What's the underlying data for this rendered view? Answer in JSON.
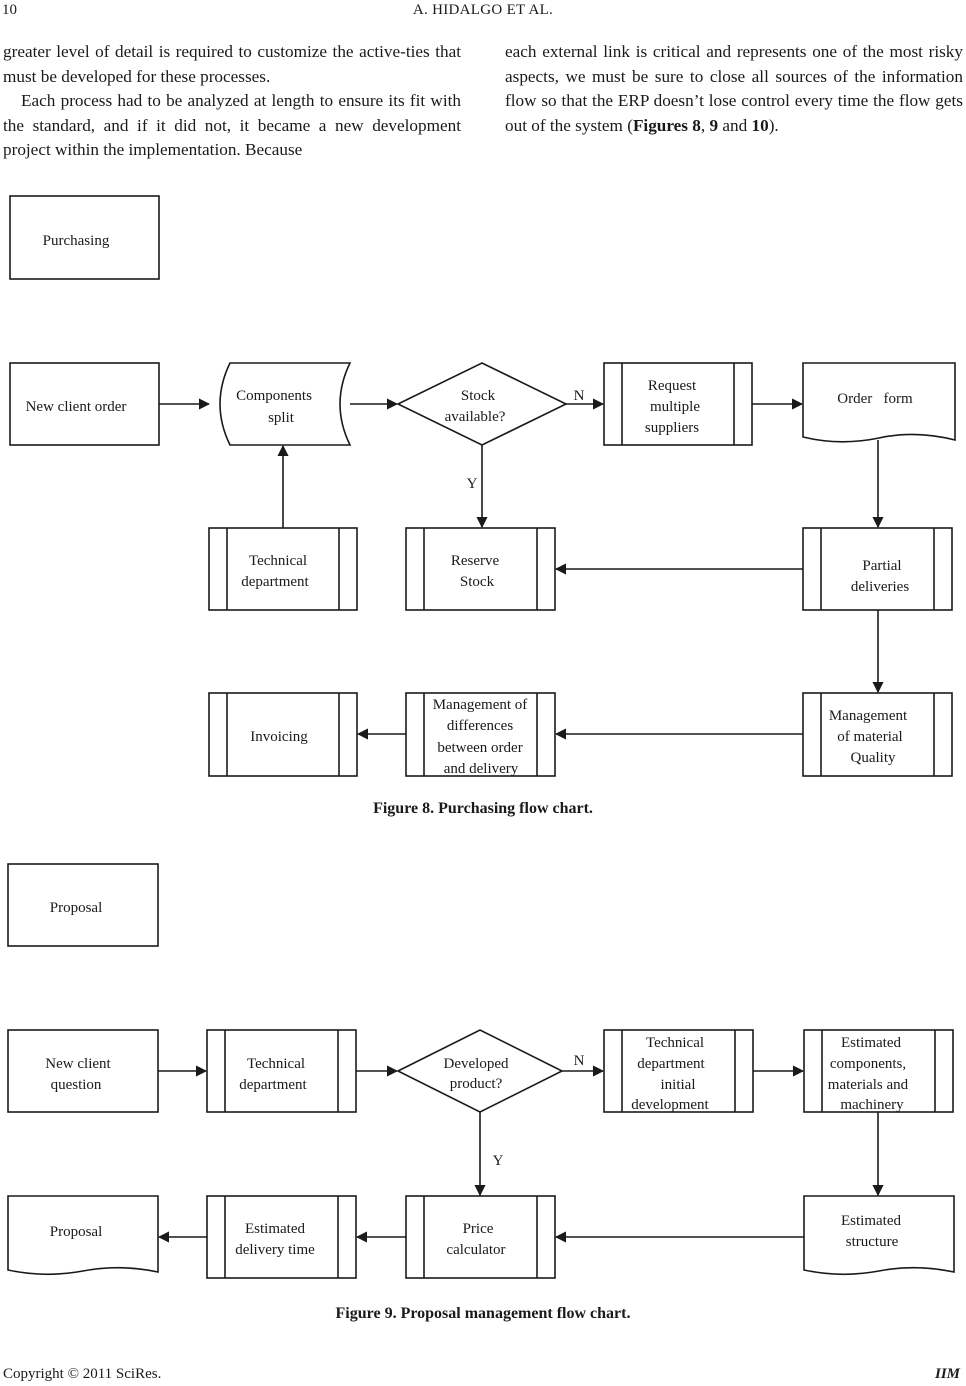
{
  "header": {
    "page_number": "10",
    "authors": "A. HIDALGO   ET   AL."
  },
  "text": {
    "left_p1": "greater level of detail is required to customize the active-ties that must be developed for these processes.",
    "left_p2": "Each process had to be analyzed at length to ensure its fit with the standard, and if it did not, it became a new development project within the implementation. Because",
    "right_p1_a": "each external link is critical and represents one of the most risky aspects, we must be sure to close all sources of the information flow so that the ERP doesn’t lose control every time the flow gets out of the system (",
    "right_fig_a": "Figures 8",
    "right_sep1": ", ",
    "right_fig_b": "9",
    "right_sep2": " and ",
    "right_fig_c": "10",
    "right_end": ")."
  },
  "figure8": {
    "caption": "Figure 8. Purchasing flow chart.",
    "title_box": "Purchasing",
    "new_client_order": "New client order",
    "components": [
      "Components",
      "split"
    ],
    "stock": [
      "Stock",
      "available?"
    ],
    "label_n": "N",
    "label_y": "Y",
    "request": [
      "Request",
      "multiple",
      "suppliers"
    ],
    "order_form": "Order   form",
    "technical_dept": [
      "Technical",
      "department"
    ],
    "reserve_stock": [
      "Reserve",
      "Stock"
    ],
    "partial_deliveries": [
      "Partial",
      "deliveries"
    ],
    "invoicing": "Invoicing",
    "mgmt_differences": [
      "Management of",
      "differences",
      "between order",
      "and delivery"
    ],
    "mgmt_quality": [
      "Management",
      "of material",
      "Quality"
    ]
  },
  "figure9": {
    "caption": "Figure 9. Proposal management flow chart.",
    "title_box": "Proposal",
    "new_client_question": [
      "New client",
      "question"
    ],
    "technical_dept": [
      "Technical",
      "department"
    ],
    "developed_product": [
      "Developed",
      "product?"
    ],
    "label_n": "N",
    "label_y": "Y",
    "tech_initial_dev": [
      "Technical",
      "department",
      "initial",
      "development"
    ],
    "estimated_components": [
      "Estimated",
      "components,",
      "materials and",
      "machinery"
    ],
    "proposal": "Proposal",
    "estimated_delivery": [
      "Estimated",
      "delivery time"
    ],
    "price_calculator": [
      "Price",
      "calculator"
    ],
    "estimated_structure": [
      "Estimated",
      "structure"
    ]
  },
  "footer": {
    "copyright": "Copyright © 2011 SciRes.",
    "journal": "IIM"
  }
}
